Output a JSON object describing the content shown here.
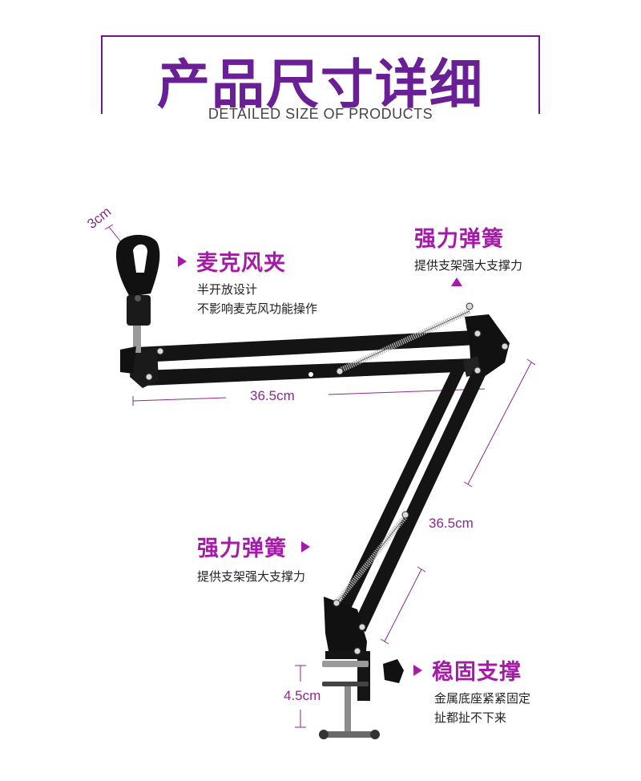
{
  "header": {
    "title": "产品尺寸详细",
    "subtitle": "DETAILED SIZE OF PRODUCTS"
  },
  "callouts": {
    "mic_clip": {
      "title": "麦克风夹",
      "lines": [
        "半开放设计",
        "不影响麦克风功能操作"
      ]
    },
    "spring_top": {
      "title": "强力弹簧",
      "lines": [
        "提供支架强大支撑力"
      ]
    },
    "spring_bottom": {
      "title": "强力弹簧",
      "lines": [
        "提供支架强大支撑力"
      ]
    },
    "base": {
      "title": "稳固支撑",
      "lines": [
        "金属底座紧紧固定",
        "扯都扯不下来"
      ]
    }
  },
  "dimensions": {
    "clip_width": "3cm",
    "arm_upper": "36.5cm",
    "arm_lower": "36.5cm",
    "clamp_height": "4.5cm"
  },
  "colors": {
    "accent": "#a51ba8",
    "title_purple": "#6b1f96",
    "arm": "#111111"
  }
}
